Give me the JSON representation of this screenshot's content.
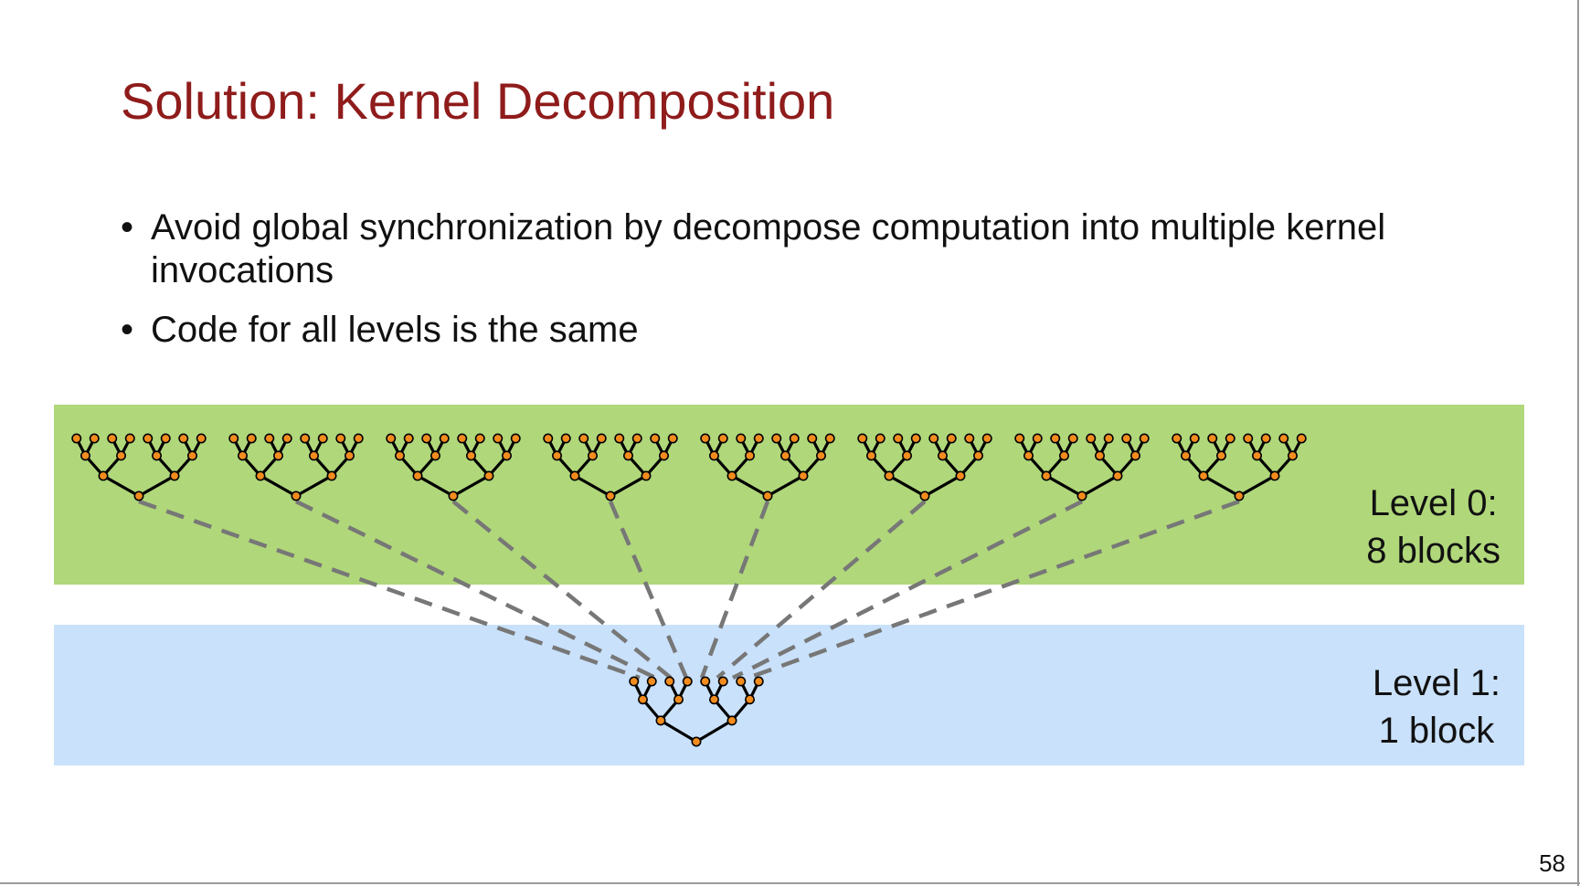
{
  "slide": {
    "title": "Solution: Kernel Decomposition",
    "bullets": [
      "Avoid global synchronization by decompose computation into multiple kernel invocations",
      "Code for all levels is the same"
    ],
    "bullet_symbol": "•",
    "page_number": "58"
  },
  "diagram": {
    "level0": {
      "label_line1": "Level 0:",
      "label_line2": "8 blocks",
      "block_count": 8,
      "band_color": "#b0d77a"
    },
    "level1": {
      "label_line1": "Level 1:",
      "label_line2": "1 block",
      "block_count": 1,
      "band_color": "#c9e1fa"
    },
    "tree_leaves_per_block": 8,
    "connector_style": "dashed",
    "colors": {
      "node_fill": "#f28c1e",
      "edge": "#000000",
      "connector": "#777777",
      "title": "#8f1b1b"
    }
  }
}
